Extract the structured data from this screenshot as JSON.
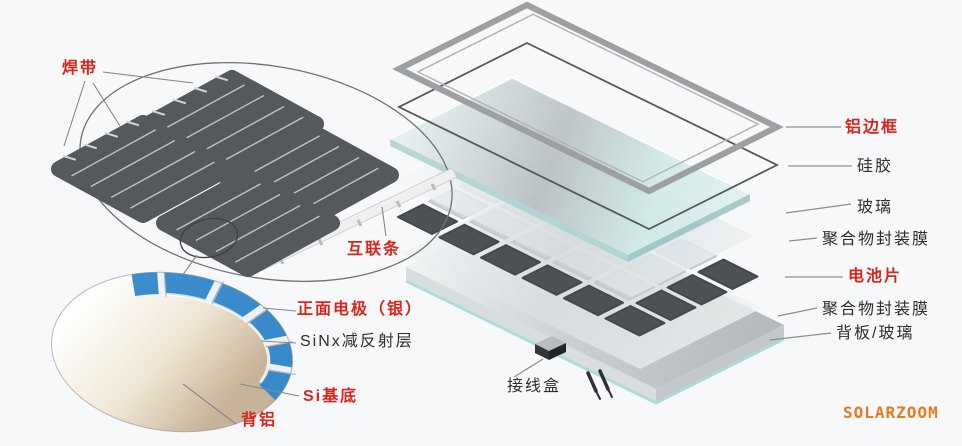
{
  "watermark": {
    "text": "SOLARZOOM",
    "color": "#e8791d"
  },
  "colors": {
    "label_red": "#d9251d",
    "label_black": "#2e2e2e",
    "arc_layer_blue": "#2f87cb",
    "cell_dark_gray": "#55585c",
    "background": "#f7f8fa"
  },
  "cell_magnifier": {
    "ribbon_label": "焊带",
    "interconnect_label": "互联条"
  },
  "cross_section_magnifier": {
    "front_electrode_label": "正面电极（银）",
    "arc_label": "SiNx减反射层",
    "substrate_label": "Si基底",
    "back_aluminum_label": "背铝"
  },
  "exploded_stack": {
    "frame_label": "铝边框",
    "silicone_label": "硅胶",
    "glass_label": "玻璃",
    "encapsulant_top_label": "聚合物封装膜",
    "cell_label": "电池片",
    "encapsulant_bottom_label": "聚合物封装膜",
    "backsheet_label": "背板/玻璃",
    "junction_box_label": "接线盒"
  }
}
